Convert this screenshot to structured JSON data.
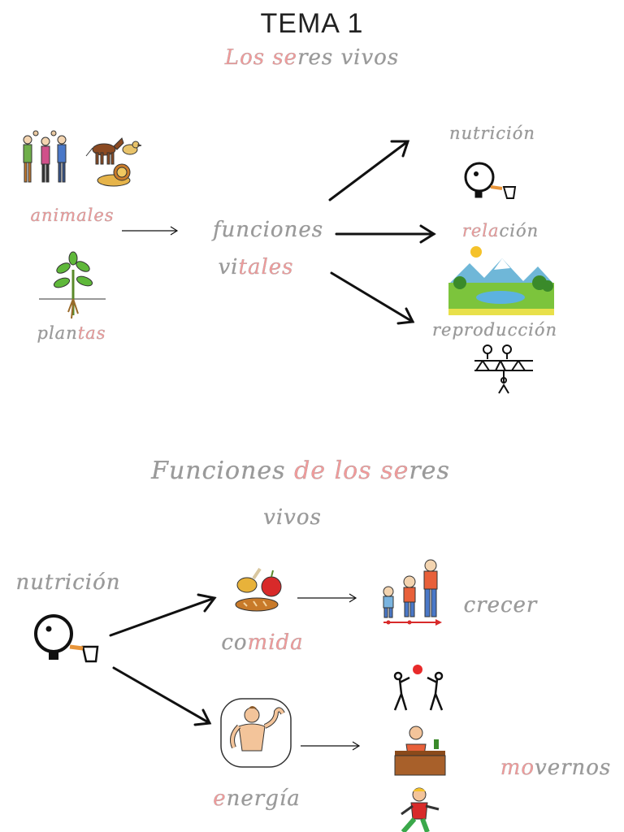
{
  "header": {
    "title": "TEMA 1",
    "subtitle_parts": [
      {
        "text": "Los ",
        "tone": "pink"
      },
      {
        "text": "se",
        "tone": "pink"
      },
      {
        "text": "res vivos",
        "tone": "grey"
      }
    ]
  },
  "left_column": {
    "animals_label": [
      {
        "text": "ani",
        "tone": "pink"
      },
      {
        "text": "males",
        "tone": "pink"
      }
    ],
    "plants_label": [
      {
        "text": "plan",
        "tone": "grey"
      },
      {
        "text": "tas",
        "tone": "pink"
      }
    ]
  },
  "center": {
    "line1": [
      {
        "text": "funciones",
        "tone": "grey"
      }
    ],
    "line2": [
      {
        "text": "vi",
        "tone": "grey"
      },
      {
        "text": "tales",
        "tone": "pink"
      }
    ]
  },
  "right_column": {
    "nutrition": [
      {
        "text": "nutrición",
        "tone": "grey"
      }
    ],
    "relation": [
      {
        "text": "re",
        "tone": "pink"
      },
      {
        "text": "la",
        "tone": "pink"
      },
      {
        "text": "ción",
        "tone": "grey"
      }
    ],
    "reproduction": [
      {
        "text": "reproducción",
        "tone": "grey"
      }
    ]
  },
  "section2": {
    "heading1": [
      {
        "text": "Funciones ",
        "tone": "grey"
      },
      {
        "text": "de los ",
        "tone": "pink"
      },
      {
        "text": "se",
        "tone": "pink"
      },
      {
        "text": "res",
        "tone": "grey"
      }
    ],
    "heading2": [
      {
        "text": "vivos",
        "tone": "grey"
      }
    ],
    "nutrition": [
      {
        "text": "nutrición",
        "tone": "grey"
      }
    ],
    "food": [
      {
        "text": "co",
        "tone": "grey"
      },
      {
        "text": "mida",
        "tone": "pink"
      }
    ],
    "energy": [
      {
        "text": "e",
        "tone": "pink"
      },
      {
        "text": "nergía",
        "tone": "grey"
      }
    ],
    "grow": [
      {
        "text": "crecer",
        "tone": "grey"
      }
    ],
    "move": [
      {
        "text": "mo",
        "tone": "pink"
      },
      {
        "text": "vernos",
        "tone": "grey"
      }
    ]
  },
  "colors": {
    "pink": "#f29a9a",
    "grey": "#9a9a9a",
    "arrow": "#111111"
  },
  "icons": [
    "people-icon",
    "horse-icon",
    "bird-icon",
    "lion-icon",
    "plant-icon",
    "eating-face-icon",
    "landscape-icon",
    "family-tree-icon",
    "food-icon",
    "children-growing-icon",
    "strong-man-icon",
    "playing-ball-icon",
    "desk-worker-icon",
    "running-boy-icon"
  ]
}
